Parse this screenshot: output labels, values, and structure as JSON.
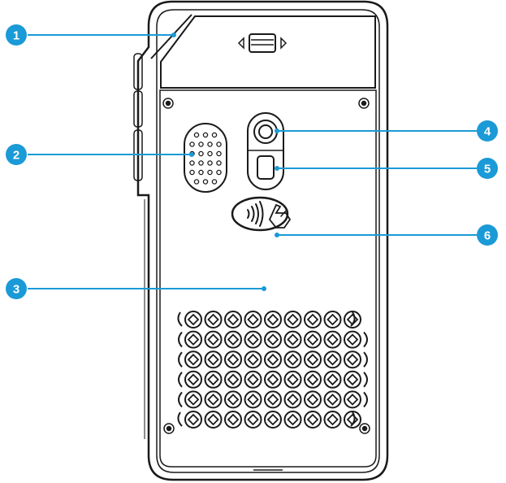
{
  "colors": {
    "outline": "#1a1a1a",
    "callout": "#1a9ad6",
    "callout_text": "#ffffff",
    "background": "#ffffff"
  },
  "callouts": [
    {
      "number": "1",
      "part": "top-cover"
    },
    {
      "number": "2",
      "part": "speaker"
    },
    {
      "number": "3",
      "part": "back-cover"
    },
    {
      "number": "4",
      "part": "camera"
    },
    {
      "number": "5",
      "part": "flash"
    },
    {
      "number": "6",
      "part": "nfc-area"
    }
  ],
  "icons": [
    "slide-latch-icon",
    "contactless-payment-icon",
    "screw-icon"
  ]
}
